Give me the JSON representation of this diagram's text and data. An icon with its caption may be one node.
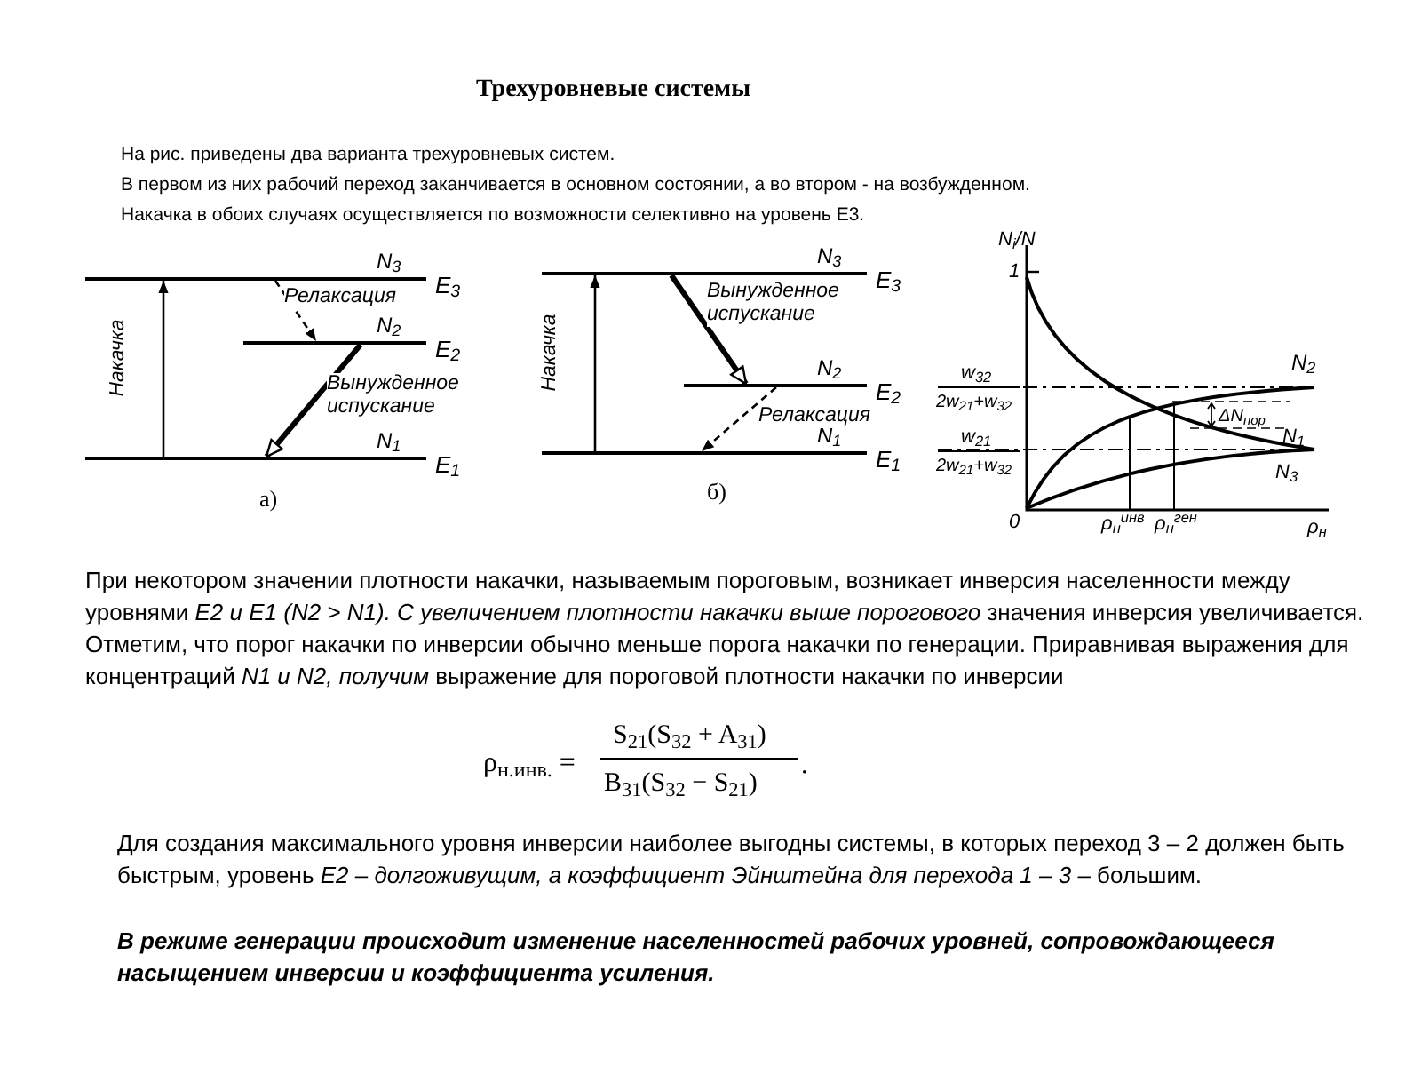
{
  "diagram": {
    "title": "Трехуровневые системы",
    "nodes": [
      {
        "text": [],
        "shape": "bar",
        "beside": [
          "N$_{3}$",
          "E$_{3}$"
        ]
      },
      {
        "text": [],
        "shape": "bar",
        "beside": [
          "N$_{2}$",
          "E$_{2}$"
        ]
      },
      {
        "text": [],
        "shape": "bar",
        "beside": [
          "N$_{1}$",
          "E$_{1}$"
        ]
      },
      {
        "text": [],
        "shape": "bar",
        "beside": [
          "N$_{3}$",
          "E$_{3}$"
        ]
      },
      {
        "text": [],
        "shape": "bar",
        "beside": [
          "N$_{2}$",
          "E$_{2}$"
        ]
      },
      {
        "text": [],
        "shape": "bar",
        "beside": [
          "N$_{1}$",
          "E$_{1}$"
        ]
      }
    ],
    "edges": [
      {
        "from": 2,
        "to": 0,
        "arrow": "to",
        "label": "Накачка"
      },
      {
        "from": 0,
        "to": 1,
        "arrow": "to",
        "label": "Релаксация",
        "style": "dashed"
      },
      {
        "from": 1,
        "to": 2,
        "arrow": "to",
        "label": "Вынужденное испускание",
        "style": "thick"
      },
      {
        "from": 5,
        "to": 3,
        "arrow": "to",
        "label": "Накачка"
      },
      {
        "from": 3,
        "to": 4,
        "arrow": "to",
        "label": "Вынужденное испускание",
        "style": "thick"
      },
      {
        "from": 4,
        "to": 5,
        "arrow": "to",
        "label": "Релаксация",
        "style": "dashed"
      }
    ],
    "labels": [
      "На рис.  приведены два варианта трехуровневых систем.",
      "В первом из них рабочий переход заканчивается в основном состоянии, а во втором - на возбужденном.",
      "Накачка в обоих случаях осуществляется по возможности селективно на уровень E3.",
      "а)",
      "б)",
      "N$_{i}$/N",
      "1",
      "w$_{32}$",
      "2w$_{21}$+w$_{32}$",
      "w$_{21}$",
      "2w$_{21}$+w$_{32}$",
      "N$_{2}$",
      "ΔN$_{пор}$",
      "N$_{1}$",
      "N$_{3}$",
      "0",
      "ρ$_{н}$$^{инв}$",
      "ρ$_{н}$$^{ген}$",
      "ρ$_{н}$",
      "При некотором значении плотности накачки, называемым пороговым, возникает инверсия населенности между уровнями *E2 и E1 (N2 > N1). С увеличением плотности накачки выше порогового* значения инверсия увеличивается. Отметим, что порог накачки по инверсии обычно меньше порога накачки по генерации. Приравнивая выражения для концентраций *N1 и N2, получим* выражение для пороговой плотности накачки по инверсии",
      "ρ$_{н.инв.}$ =",
      "S$_{21}$(S$_{32}$ + A$_{31}$)",
      "B$_{31}$(S$_{32}$ − S$_{21}$)",
      ".",
      "Для создания максимального уровня инверсии наиболее выгодны системы, в которых переход 3 – 2 должен быть быстрым, уровень *E2 – долгоживущим, а коэффициент Эйнштейна для перехода 1 – 3 –* большим.",
      "В режиме генерации происходит изменение населенностей рабочих уровней, сопровождающееся насыщением инверсии и коэффициента усиления."
    ]
  }
}
